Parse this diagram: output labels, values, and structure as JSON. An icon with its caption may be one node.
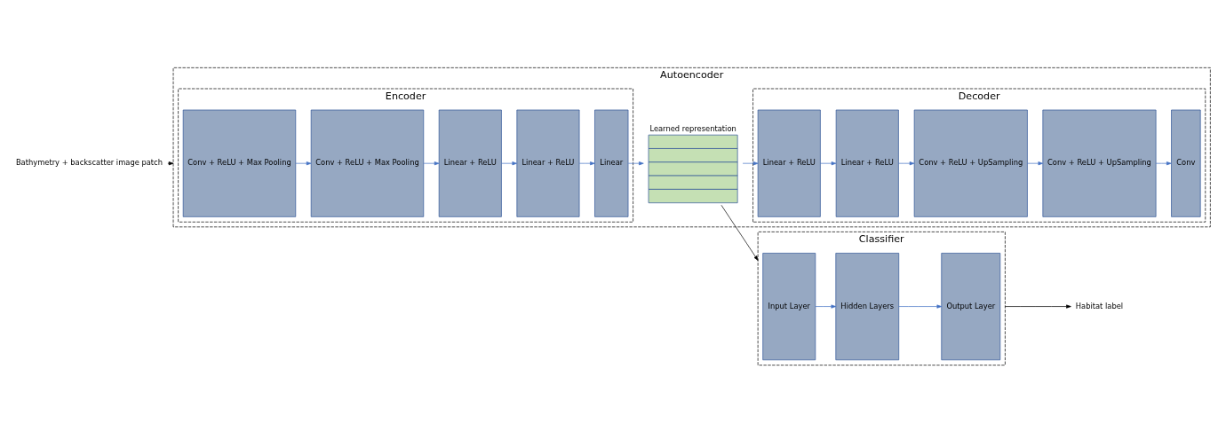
{
  "diagram": {
    "nodes": [
      {
        "text": [
          "Bathymetry + backscatter image patch"
        ]
      },
      {
        "text": [
          "Autoencoder"
        ]
      },
      {
        "text": [
          "Encoder"
        ],
        "in": 1
      },
      {
        "text": [
          "Conv + ReLU + Max Pooling"
        ],
        "in": 2
      },
      {
        "text": [
          "Conv + ReLU + Max Pooling"
        ],
        "in": 2
      },
      {
        "text": [
          "Linear + ReLU"
        ],
        "in": 2
      },
      {
        "text": [
          "Linear + ReLU"
        ],
        "in": 2
      },
      {
        "text": [
          "Linear"
        ],
        "in": 2
      },
      {
        "text": [
          "Learned representation"
        ],
        "in": 1
      },
      {
        "text": [
          "Decoder"
        ],
        "in": 1
      },
      {
        "text": [
          "Linear + ReLU"
        ],
        "in": 9
      },
      {
        "text": [
          "Linear + ReLU"
        ],
        "in": 9
      },
      {
        "text": [
          "Conv + ReLU + UpSampling"
        ],
        "in": 9
      },
      {
        "text": [
          "Conv + ReLU + UpSampling"
        ],
        "in": 9
      },
      {
        "text": [
          "Conv"
        ],
        "in": 9
      },
      {
        "text": [
          "Classifier"
        ]
      },
      {
        "text": [
          "Input Layer"
        ],
        "in": 15
      },
      {
        "text": [
          "Hidden Layers"
        ],
        "in": 15
      },
      {
        "text": [
          "Output Layer"
        ],
        "in": 15
      },
      {
        "text": [
          "Habitat label"
        ]
      }
    ],
    "edges": [
      {
        "from": 0,
        "to": 1,
        "arrow": "to",
        "color": "#000000"
      },
      {
        "from": 3,
        "to": 4,
        "arrow": "to"
      },
      {
        "from": 4,
        "to": 5,
        "arrow": "to"
      },
      {
        "from": 5,
        "to": 6,
        "arrow": "to"
      },
      {
        "from": 6,
        "to": 7,
        "arrow": "to"
      },
      {
        "from": 7,
        "to": 8,
        "arrow": "to"
      },
      {
        "from": 8,
        "to": 10,
        "arrow": "to"
      },
      {
        "from": 10,
        "to": 11,
        "arrow": "to"
      },
      {
        "from": 11,
        "to": 12,
        "arrow": "to"
      },
      {
        "from": 12,
        "to": 13,
        "arrow": "to"
      },
      {
        "from": 13,
        "to": 14,
        "arrow": "to"
      },
      {
        "from": 8,
        "to": 15,
        "arrow": "to",
        "color": "#000000"
      },
      {
        "from": 16,
        "to": 17,
        "arrow": "to"
      },
      {
        "from": 17,
        "to": 18,
        "arrow": "to"
      },
      {
        "from": 15,
        "to": 19,
        "arrow": "to",
        "color": "#000000"
      }
    ]
  }
}
